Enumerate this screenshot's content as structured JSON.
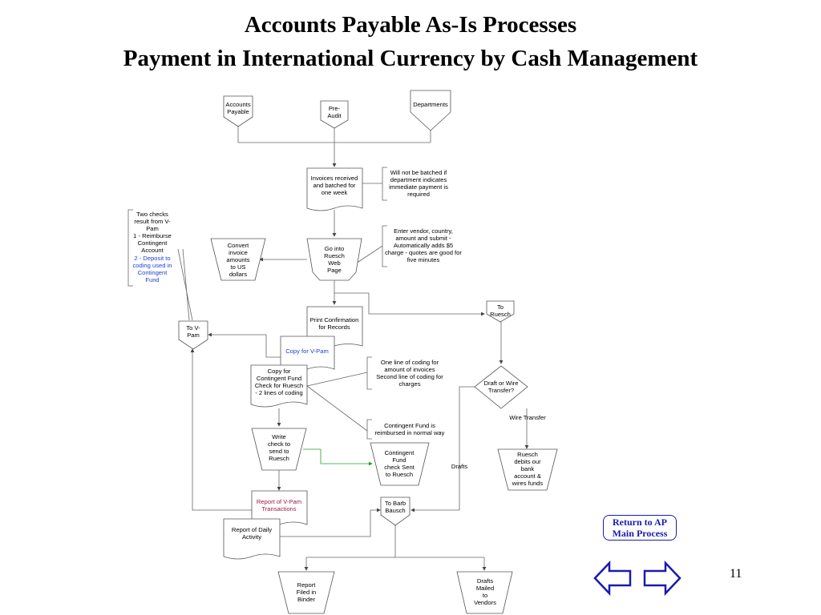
{
  "title": {
    "line1": "Accounts Payable As-Is Processes",
    "line2": "Payment in International Currency by Cash Management"
  },
  "nodes": {
    "accounts_payable": [
      "Accounts",
      "Payable"
    ],
    "pre_audit": [
      "Pre-",
      "Audit"
    ],
    "departments": [
      "Departments"
    ],
    "invoices_batched": [
      "Invoices received",
      "and batched for",
      "one week"
    ],
    "not_batched_note": [
      "Will not be batched if",
      "department indicates",
      "immediate payment is",
      "required"
    ],
    "two_checks_note": [
      "Two checks",
      "result from V-",
      "Pam",
      "1 - Reimburse",
      "Contingent",
      "Account"
    ],
    "two_checks_note_blue": [
      "2 -  Deposit to",
      "coding used in",
      "Contingent",
      "Fund"
    ],
    "convert_invoice": [
      "Convert",
      "invoice",
      "amounts",
      "to US",
      "dollars"
    ],
    "ruesch_web_page": [
      "Go into",
      "Ruesch",
      "Web",
      "Page"
    ],
    "enter_vendor_note": [
      "Enter vendor, country,",
      "amount and submit -",
      "Automatically adds $5",
      "charge - quotes are good for",
      "five minutes"
    ],
    "to_vpam": [
      "To V-",
      "Pam"
    ],
    "print_confirmation": [
      "Print Confirmation",
      "for Records"
    ],
    "copy_for_vpam": [
      "Copy for V-Pam"
    ],
    "to_ruesch": [
      "To",
      "Ruesch"
    ],
    "copy_check": [
      "Copy for",
      "Contingent Fund",
      "Check for Ruesch",
      "- 2 lines of coding"
    ],
    "coding_note": [
      "One line of coding for",
      "amount of invoices",
      "Second line of coding for",
      "charges"
    ],
    "draft_or_wire": [
      "Draft or Wire",
      "Transfer?"
    ],
    "wire_transfer_label": "Wire Transfer",
    "reimbursed_note": [
      "Contingent Fund is",
      "reimbursed in normal way"
    ],
    "write_check": [
      "Write",
      "check to",
      "send to",
      "Ruesch"
    ],
    "check_sent": [
      "Contingent",
      "Fund",
      "check Sent",
      "to Ruesch"
    ],
    "drafts_label": "Drafts",
    "ruesch_debits": [
      "Ruesch",
      "debits our",
      "bank",
      "account &",
      "wires funds"
    ],
    "vpam_report": [
      "Report of V-Pam",
      "Transactions"
    ],
    "daily_report": [
      "Report of Daily",
      "Activity"
    ],
    "to_barb": [
      "To Barb",
      "Bausch"
    ],
    "report_filed": [
      "Report",
      "Filed in",
      "Binder"
    ],
    "drafts_mailed": [
      "Drafts",
      "Mailed",
      "to",
      "Vendors"
    ]
  },
  "nav": {
    "return_line1": "Return to AP",
    "return_line2": "Main Process",
    "page_number": "11"
  },
  "colors": {
    "link_blue": "#1a1ab0",
    "note_blue": "#1f3fd0",
    "report_maroon": "#a01844",
    "flow_green": "#2a9a2a"
  }
}
